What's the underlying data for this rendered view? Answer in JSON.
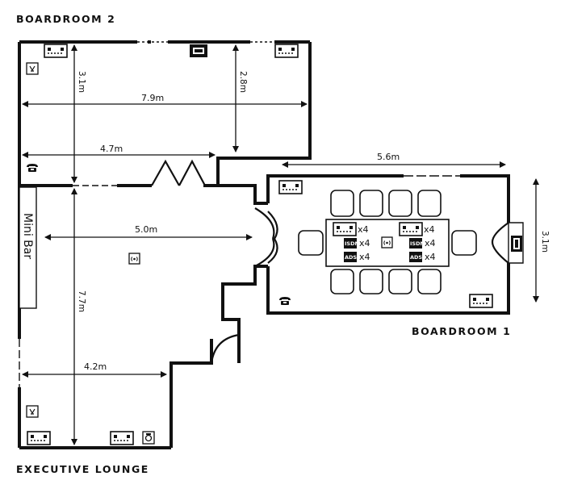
{
  "rooms": {
    "boardroom2": "BOARDROOM 2",
    "boardroom1": "BOARDROOM 1",
    "executive_lounge": "EXECUTIVE LOUNGE"
  },
  "dimensions": {
    "br2_width": "7.9m",
    "br2_partial_width": "4.7m",
    "br2_height_left": "3.1m",
    "br2_height_right": "2.8m",
    "br1_width": "5.6m",
    "br1_height": "3.1m",
    "lounge_width_upper": "5.0m",
    "lounge_width_lower": "4.2m",
    "lounge_height": "7.7m"
  },
  "labels": {
    "mini_bar": "Mini Bar"
  },
  "table_legend": {
    "power_count": "x4",
    "isdn_count": "x4",
    "adsl_count": "x4",
    "isdn_badge": "ISDN",
    "adsl_badge": "ADSL"
  },
  "icons": [
    "power-outlet-icon",
    "data-socket-icon",
    "telephone-icon",
    "projector-screen-icon",
    "wifi-icon",
    "light-switch-icon",
    "isdn-badge-icon",
    "adsl-badge-icon",
    "intercom-icon"
  ]
}
